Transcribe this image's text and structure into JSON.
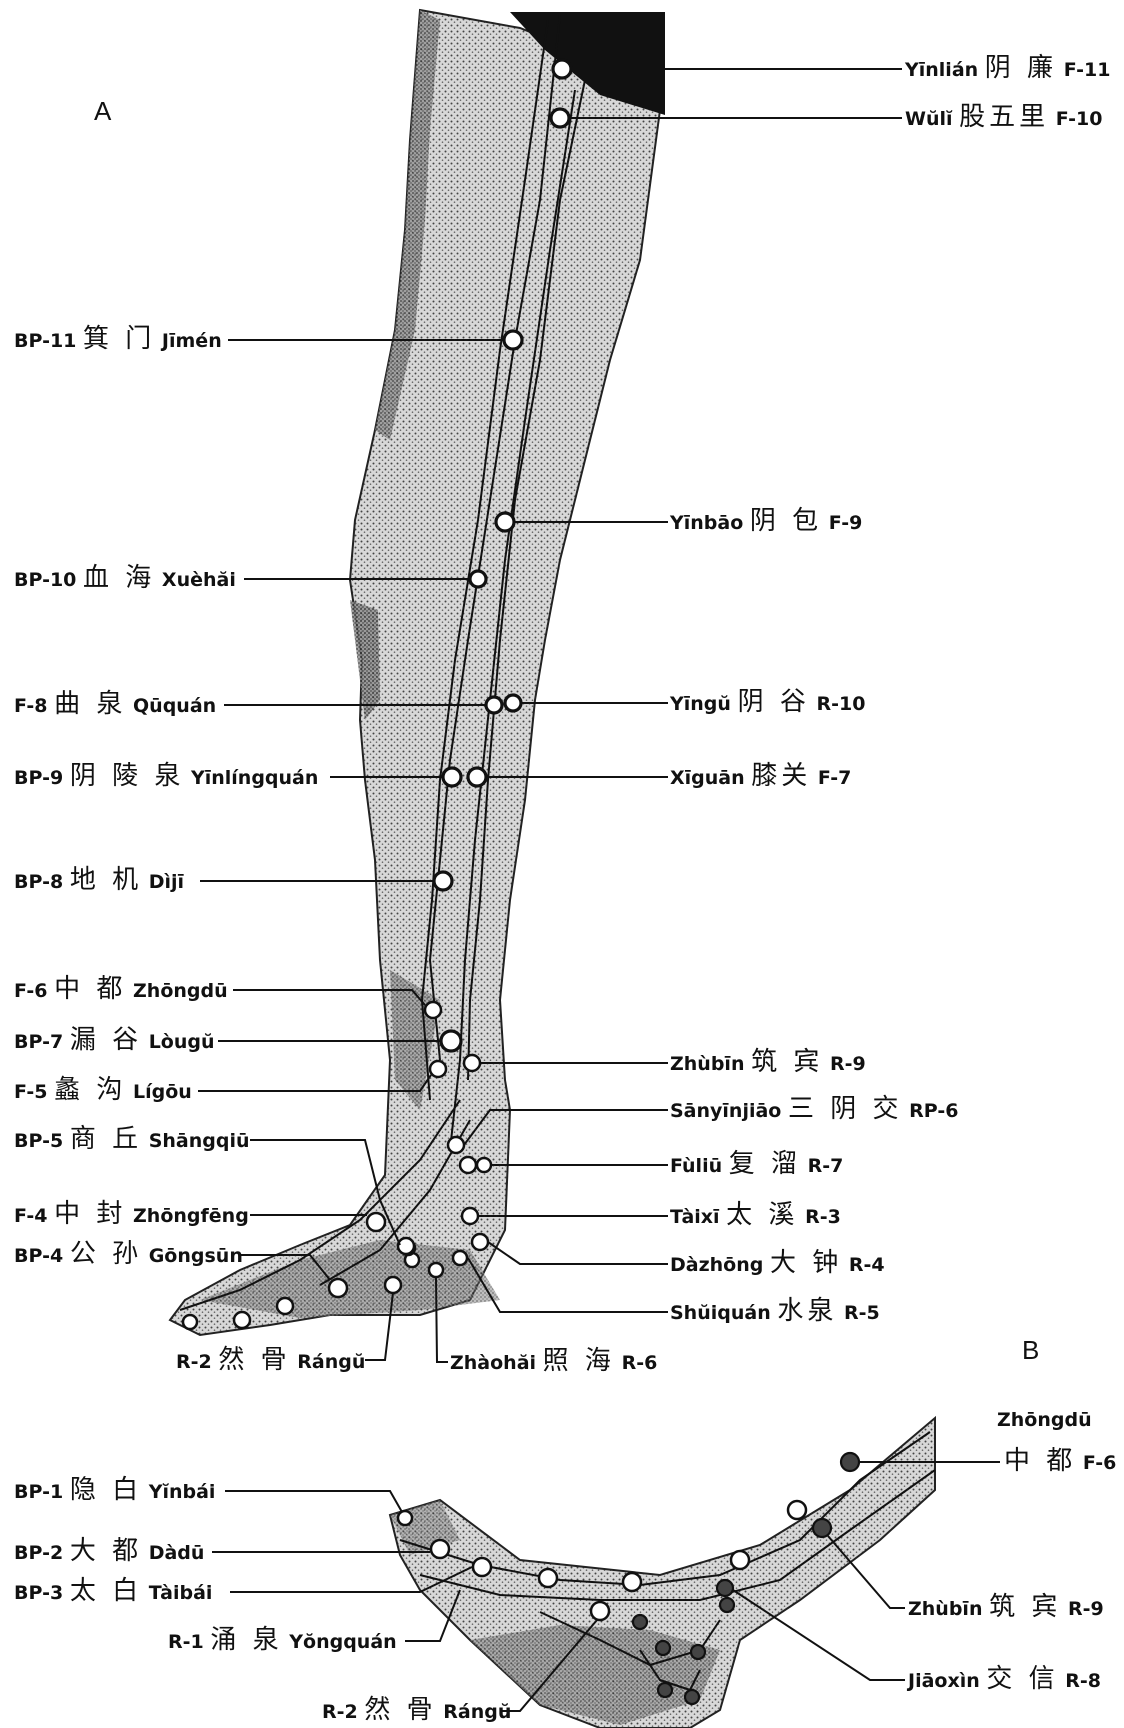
{
  "panels": {
    "a": "A",
    "b": "B"
  },
  "labels_a_right": [
    {
      "id": "yinlian",
      "text": "Yīnlián",
      "cn": "阴 廉",
      "code": "F-11"
    },
    {
      "id": "wuli",
      "text": "Wŭlĭ",
      "cn": "股五里",
      "code": "F-10"
    },
    {
      "id": "yinbao",
      "text": "Yīnbāo",
      "cn": "阴 包",
      "code": "F-9"
    },
    {
      "id": "yingu",
      "text": "Yīngŭ",
      "cn": "阴 谷",
      "code": "R-10"
    },
    {
      "id": "xiguan",
      "text": "Xīguān",
      "cn": "膝关",
      "code": "F-7"
    },
    {
      "id": "zhubin",
      "text": "Zhùbīn",
      "cn": "筑 宾",
      "code": "R-9"
    },
    {
      "id": "sanyinjiao",
      "text": "Sānyīnjiāo",
      "cn": "三 阴 交",
      "code": "RP-6"
    },
    {
      "id": "fuliu",
      "text": "Fùliū",
      "cn": "复 溜",
      "code": "R-7"
    },
    {
      "id": "taixi",
      "text": "Tàixī",
      "cn": "太 溪",
      "code": "R-3"
    },
    {
      "id": "dazhong",
      "text": "Dàzhōng",
      "cn": "大 钟",
      "code": "R-4"
    },
    {
      "id": "shuiquan",
      "text": "Shŭiquán",
      "cn": "水泉",
      "code": "R-5"
    }
  ],
  "labels_a_left": [
    {
      "id": "jimen",
      "code": "BP-11",
      "cn": "箕 门",
      "text": "Jīmén"
    },
    {
      "id": "xuehai",
      "code": "BP-10",
      "cn": "血 海",
      "text": "Xuèhăi"
    },
    {
      "id": "ququan",
      "code": "F-8",
      "cn": "曲 泉",
      "text": "Qūquán"
    },
    {
      "id": "yinlingquan",
      "code": "BP-9",
      "cn": "阴 陵 泉",
      "text": "Yīnlíngquán"
    },
    {
      "id": "diji",
      "code": "BP-8",
      "cn": "地 机",
      "text": "Dìjī"
    },
    {
      "id": "zhongdu",
      "code": "F-6",
      "cn": "中 都",
      "text": "Zhōngdū"
    },
    {
      "id": "lougu",
      "code": "BP-7",
      "cn": "漏 谷",
      "text": "Lòugŭ"
    },
    {
      "id": "ligou",
      "code": "F-5",
      "cn": "蠡 沟",
      "text": "Lígōu"
    },
    {
      "id": "shangqiu",
      "code": "BP-5",
      "cn": "商 丘",
      "text": "Shāngqiū"
    },
    {
      "id": "zhongfeng",
      "code": "F-4",
      "cn": "中 封",
      "text": "Zhōngfēng"
    },
    {
      "id": "gongsun",
      "code": "BP-4",
      "cn": "公 孙",
      "text": "Gōngsūn"
    }
  ],
  "labels_a_bottom": [
    {
      "id": "rangu",
      "code": "R-2",
      "cn": "然 骨",
      "text": "Rángŭ"
    },
    {
      "id": "zhaohai",
      "text": "Zhàohăi",
      "cn": "照 海",
      "code": "R-6"
    }
  ],
  "labels_b_left": [
    {
      "id": "yinbai",
      "code": "BP-1",
      "cn": "隐 白",
      "text": "Yĭnbái"
    },
    {
      "id": "dadu",
      "code": "BP-2",
      "cn": "大 都",
      "text": "Dàdū"
    },
    {
      "id": "taibai",
      "code": "BP-3",
      "cn": "太 白",
      "text": "Tàibái"
    },
    {
      "id": "yongquan",
      "code": "R-1",
      "cn": "涌 泉",
      "text": "Yŏngquán"
    },
    {
      "id": "rangu_b",
      "code": "R-2",
      "cn": "然 骨",
      "text": "Rángŭ"
    }
  ],
  "labels_b_right": [
    {
      "id": "zhongdu_b_top",
      "text": "Zhōngdū"
    },
    {
      "id": "zhongdu_b",
      "cn": "中 都",
      "code": "F-6"
    },
    {
      "id": "zhubin_b",
      "text": "Zhùbīn",
      "cn": "筑 宾",
      "code": "R-9"
    },
    {
      "id": "jiaoxin",
      "text": "Jiāoxìn",
      "cn": "交 信",
      "code": "R-8"
    }
  ],
  "colors": {
    "ink": "#111111",
    "shading": "#555555",
    "background": "#ffffff"
  }
}
